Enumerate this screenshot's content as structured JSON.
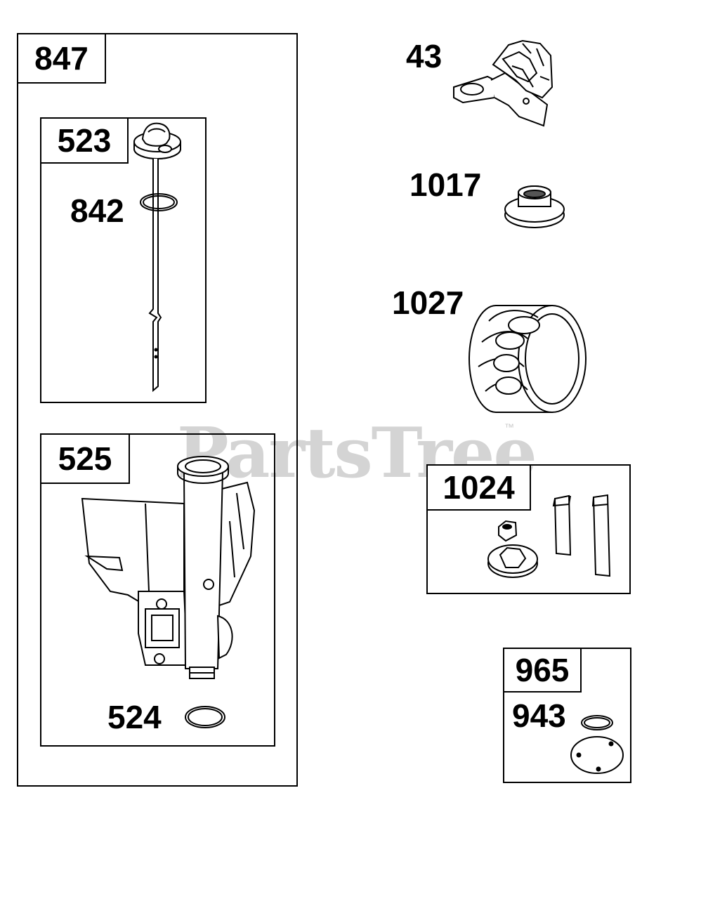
{
  "watermark": {
    "text": "PartsTree",
    "trademark": "™"
  },
  "groups": {
    "847": {
      "label": "847"
    },
    "523": {
      "label": "523"
    },
    "525": {
      "label": "525"
    },
    "1024": {
      "label": "1024"
    },
    "965": {
      "label": "965"
    }
  },
  "parts": {
    "842": "842",
    "524": "524",
    "43": "43",
    "1017": "1017",
    "1027": "1027",
    "943": "943"
  },
  "colors": {
    "line": "#000000",
    "watermark": "#d4d4d4",
    "background": "#ffffff"
  }
}
